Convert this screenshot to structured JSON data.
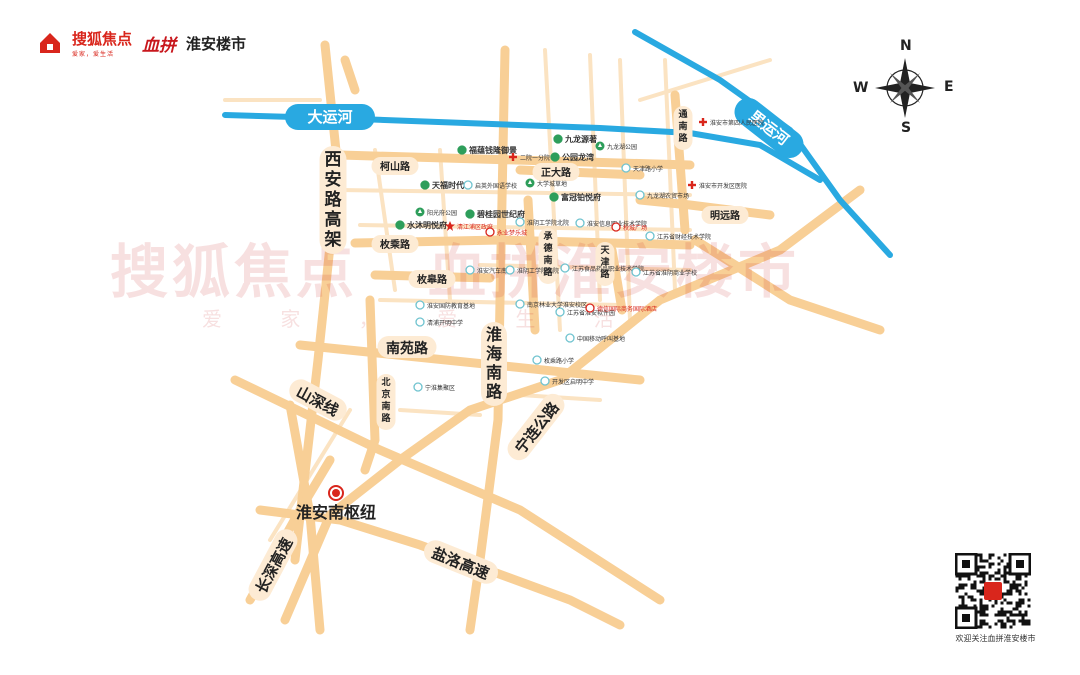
{
  "header": {
    "brand_sohu": "搜狐焦点",
    "brand_sohu_slogan": "爱家，爱生活",
    "brand_xuepin": "血拼",
    "brand_city": "淮安楼市"
  },
  "compass": {
    "n": "N",
    "s": "S",
    "e": "E",
    "w": "W"
  },
  "watermark": {
    "main": "搜狐焦点",
    "slogan": "爱 家 ， 爱 生 活",
    "brand": "血拼淮安楼市"
  },
  "rivers": {
    "dayun": "大运河",
    "liyun": "里运河"
  },
  "roads": {
    "xian_gaojia": "西安路高架",
    "keshan": "柯山路",
    "zhengda": "正大路",
    "mingyuan": "明远路",
    "tongnan": "通南路",
    "meicheng": "枚乘路",
    "meigao": "枚皋路",
    "chengde": "承德南路",
    "tianjin": "天津路",
    "nanyuan": "南苑路",
    "huaihai": "淮海南路",
    "beijing": "北京南路",
    "shanshen": "山深线",
    "ninglian": "宁连公路",
    "yanluo": "盐洛高速",
    "changshen": "长深高速"
  },
  "hub": "淮安南枢纽",
  "pois": [
    {
      "label": "福蕴钱隆御景",
      "type": "estate"
    },
    {
      "label": "二院一分院",
      "type": "hospital"
    },
    {
      "label": "九龙源著",
      "type": "estate"
    },
    {
      "label": "公园龙湾",
      "type": "estate"
    },
    {
      "label": "九龙湖公园",
      "type": "park"
    },
    {
      "label": "天津路小学",
      "type": "school"
    },
    {
      "label": "天福时代",
      "type": "estate"
    },
    {
      "label": "启英外国语学校",
      "type": "school"
    },
    {
      "label": "大学城草地",
      "type": "park"
    },
    {
      "label": "淮安市第四人民医院",
      "type": "hospital"
    },
    {
      "label": "富冠铂悦府",
      "type": "estate"
    },
    {
      "label": "淮安市开发区医院",
      "type": "hospital"
    },
    {
      "label": "九龙湖农贸市场",
      "type": "market"
    },
    {
      "label": "阳光府公园",
      "type": "park"
    },
    {
      "label": "碧桂园世纪府",
      "type": "estate"
    },
    {
      "label": "水沐明悦府",
      "type": "estate"
    },
    {
      "label": "清江浦区政府",
      "type": "gov"
    },
    {
      "label": "永业梦乐城",
      "type": "mall"
    },
    {
      "label": "淮阴工学院北院",
      "type": "school"
    },
    {
      "label": "淮安信息职业技术学院",
      "type": "school"
    },
    {
      "label": "秋城广场",
      "type": "mall"
    },
    {
      "label": "江苏省财经技术学院",
      "type": "school"
    },
    {
      "label": "淮安汽车南站",
      "type": "transit"
    },
    {
      "label": "淮阴工学院南院",
      "type": "school"
    },
    {
      "label": "江苏食品药品职业技术学院",
      "type": "school"
    },
    {
      "label": "江苏省淮阴商业学校",
      "type": "school"
    },
    {
      "label": "淮安国防教育基地",
      "type": "school"
    },
    {
      "label": "南京林业大学淮安校区",
      "type": "school"
    },
    {
      "label": "江苏省淮安软件园",
      "type": "school"
    },
    {
      "label": "德信国际商务国际酒店",
      "type": "mall"
    },
    {
      "label": "清浦开明中学",
      "type": "school"
    },
    {
      "label": "中国移动呼叫基地",
      "type": "misc"
    },
    {
      "label": "枚乘路小学",
      "type": "school"
    },
    {
      "label": "开发区启明中学",
      "type": "school"
    },
    {
      "label": "宁淮集聚区",
      "type": "misc"
    }
  ],
  "qr": {
    "caption": "欢迎关注血拼淮安楼市"
  },
  "colors": {
    "road": "#f8cf96",
    "road_light": "#fbe3c2",
    "river": "#29a9e1",
    "red": "#d9261c",
    "label_bg": "#fdebd4",
    "estate": "#2e9e5b",
    "school": "#6fc3cf",
    "hospital": "#d9261c"
  }
}
